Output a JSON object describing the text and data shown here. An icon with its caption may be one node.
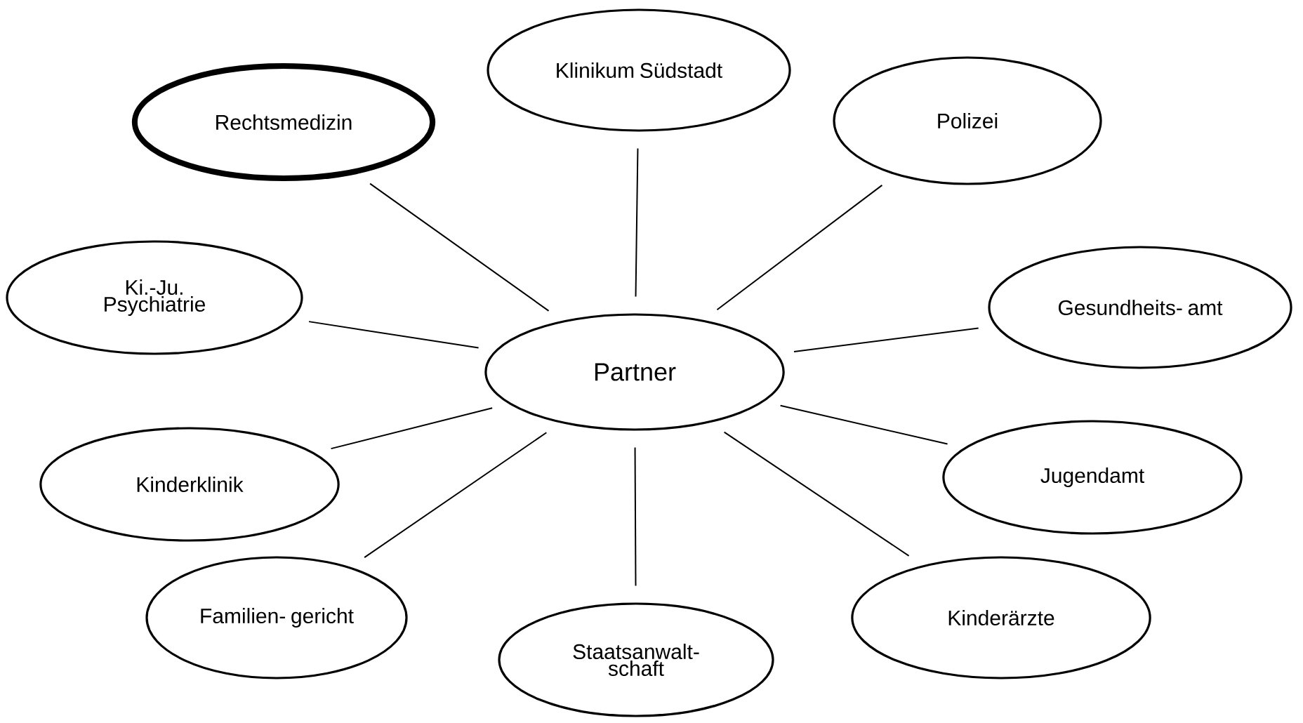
{
  "diagram": {
    "nodes": [
      {
        "text": [
          "Klinikum Südstadt"
        ]
      },
      {
        "text": [
          "Rechtsmedizin"
        ]
      },
      {
        "text": [
          "Polizei"
        ]
      },
      {
        "text": [
          "Ki.-Ju. Psychiatrie"
        ]
      },
      {
        "text": [
          "Gesundheits- amt"
        ]
      },
      {
        "text": [
          "Partner"
        ]
      },
      {
        "text": [
          "Kinderklinik"
        ]
      },
      {
        "text": [
          "Jugendamt"
        ]
      },
      {
        "text": [
          "Familien- gericht"
        ]
      },
      {
        "text": [
          "Staatsanwalt- schaft"
        ]
      },
      {
        "text": [
          "Kinderärzte"
        ]
      }
    ],
    "edges": [
      {
        "from": 5,
        "to": 0,
        "arrow": "none"
      },
      {
        "from": 5,
        "to": 1,
        "arrow": "none"
      },
      {
        "from": 5,
        "to": 2,
        "arrow": "none"
      },
      {
        "from": 5,
        "to": 3,
        "arrow": "none"
      },
      {
        "from": 5,
        "to": 4,
        "arrow": "none"
      },
      {
        "from": 5,
        "to": 6,
        "arrow": "none"
      },
      {
        "from": 5,
        "to": 7,
        "arrow": "none"
      },
      {
        "from": 5,
        "to": 8,
        "arrow": "none"
      },
      {
        "from": 5,
        "to": 9,
        "arrow": "none"
      },
      {
        "from": 5,
        "to": 10,
        "arrow": "none"
      }
    ]
  }
}
